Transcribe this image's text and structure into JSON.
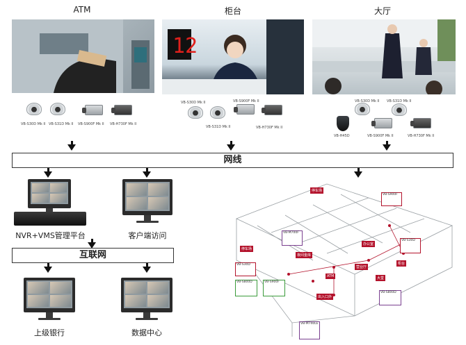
{
  "sections": {
    "atm": "ATM",
    "counter": "柜台",
    "hall": "大厅"
  },
  "cameras": {
    "atm": [
      "VB-S30D Mk II",
      "VB-S31D Mk II",
      "VB-S900F Mk II",
      "VB-H730F Mk II"
    ],
    "counter": [
      "VB-S30D Mk II",
      "VB-S900F Mk II",
      "VB-S31D Mk II",
      "VB-H730F Mk II"
    ],
    "hall": [
      "VB-S30D Mk II",
      "VB-S31D Mk II",
      "VB-H45D",
      "VB-S900F Mk II",
      "VB-H730F Mk II"
    ]
  },
  "network_bar": "网线",
  "internet_bar": "互联网",
  "nodes": {
    "nvr": "NVR+VMS管理平台",
    "client": "客户端访问",
    "branch": "上级银行",
    "datacenter": "数据中心"
  },
  "floorplan": {
    "tags": [
      "停车场",
      "停车场",
      "夜间金库",
      "办公室",
      "柜台",
      "营业厅",
      "大堂",
      "ATM",
      "出入口外"
    ],
    "cams": [
      "VB-S900F",
      "VB-M700F",
      "VB-S30D",
      "VB-S800D",
      "VB-S900F",
      "VB-S30D",
      "VB-S800D",
      "VB-M740LE"
    ],
    "accent": "#b3122b"
  }
}
